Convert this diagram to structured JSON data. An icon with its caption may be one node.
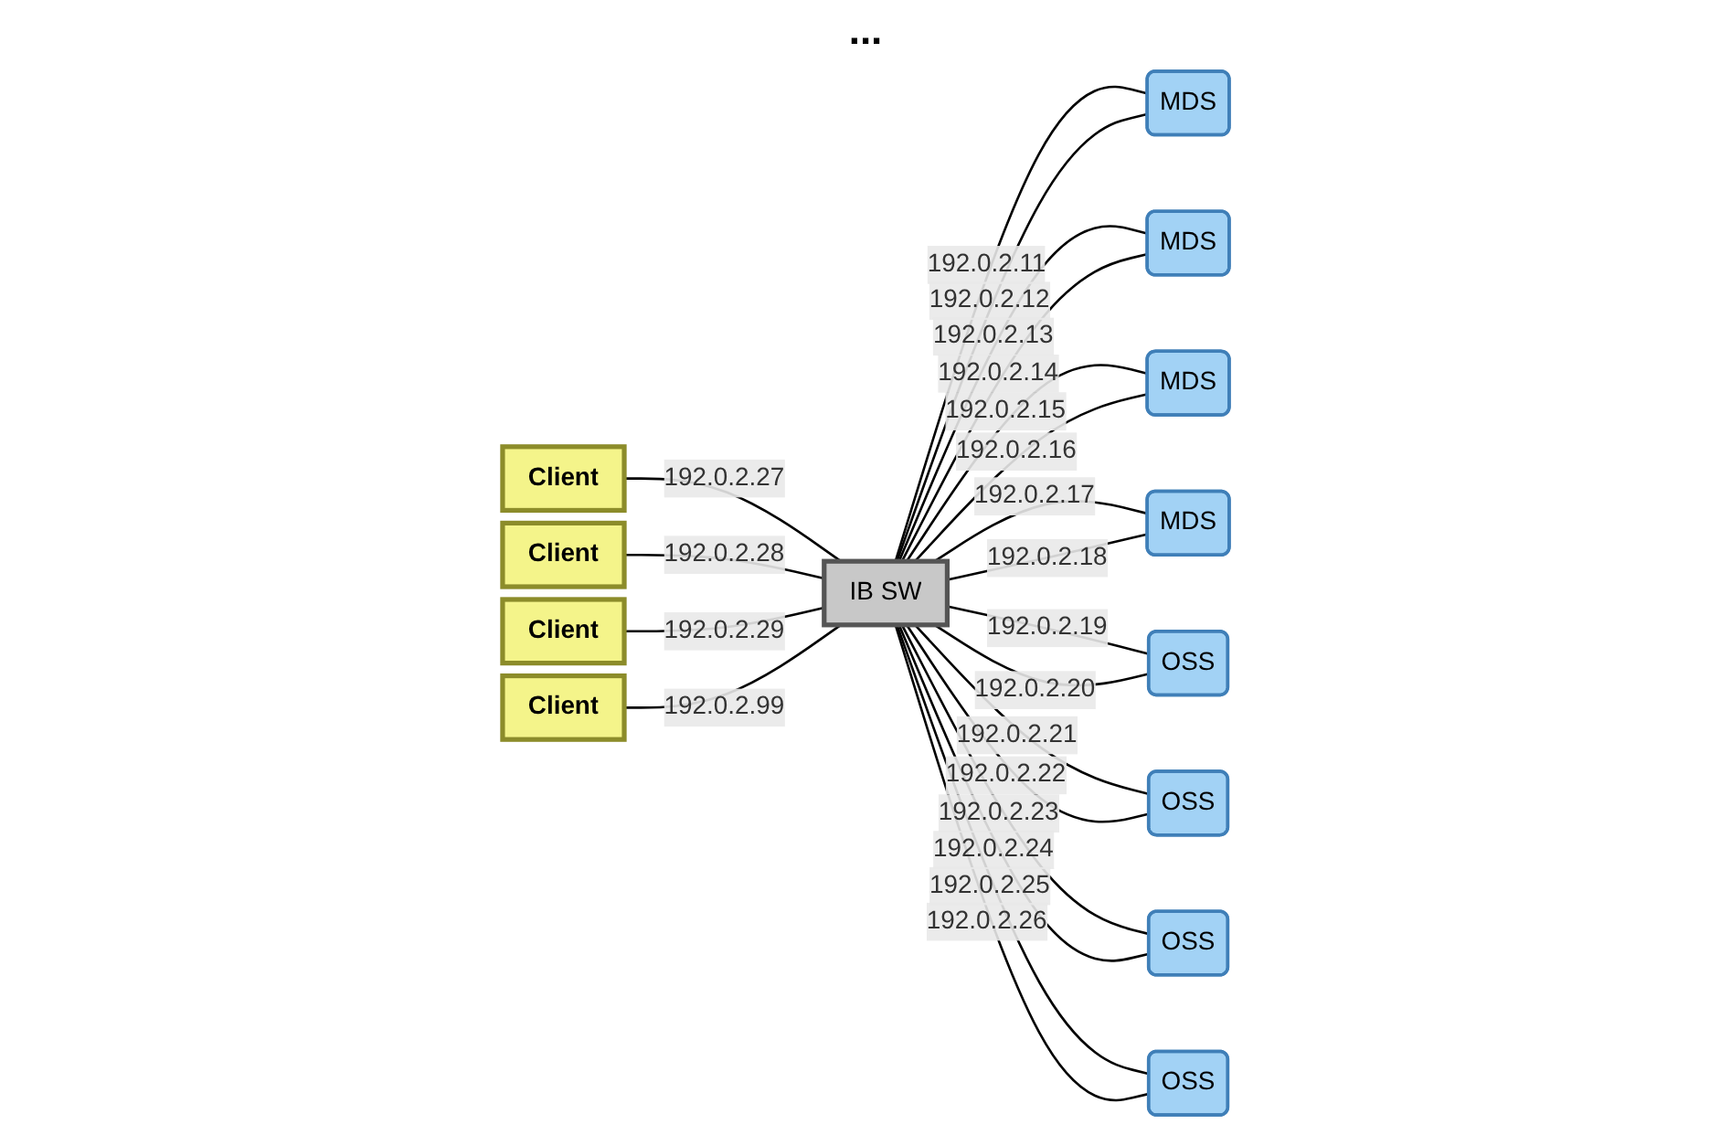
{
  "diagram": {
    "nodes": [
      {
        "text": [
          "Client"
        ]
      },
      {
        "text": [
          "Client"
        ]
      },
      {
        "text": [
          "Client"
        ]
      },
      {
        "text": [
          "Client"
        ]
      },
      {
        "text": [
          "IB SW"
        ]
      },
      {
        "text": [
          "MDS"
        ]
      },
      {
        "text": [
          "MDS"
        ]
      },
      {
        "text": [
          "MDS"
        ]
      },
      {
        "text": [
          "MDS"
        ]
      },
      {
        "text": [
          "OSS"
        ]
      },
      {
        "text": [
          "OSS"
        ]
      },
      {
        "text": [
          "OSS"
        ]
      },
      {
        "text": [
          "OSS"
        ]
      }
    ],
    "edges": [
      {
        "from": 0,
        "to": 4,
        "arrow": "none",
        "label": "192.0.2.27"
      },
      {
        "from": 1,
        "to": 4,
        "arrow": "none",
        "label": "192.0.2.28"
      },
      {
        "from": 2,
        "to": 4,
        "arrow": "none",
        "label": "192.0.2.29"
      },
      {
        "from": 3,
        "to": 4,
        "arrow": "none",
        "label": "192.0.2.99"
      },
      {
        "from": 4,
        "to": 5,
        "arrow": "none",
        "label": "192.0.2.11"
      },
      {
        "from": 4,
        "to": 5,
        "arrow": "none",
        "label": "192.0.2.12"
      },
      {
        "from": 4,
        "to": 6,
        "arrow": "none",
        "label": "192.0.2.13"
      },
      {
        "from": 4,
        "to": 6,
        "arrow": "none",
        "label": "192.0.2.14"
      },
      {
        "from": 4,
        "to": 7,
        "arrow": "none",
        "label": "192.0.2.15"
      },
      {
        "from": 4,
        "to": 7,
        "arrow": "none",
        "label": "192.0.2.16"
      },
      {
        "from": 4,
        "to": 8,
        "arrow": "none",
        "label": "192.0.2.17"
      },
      {
        "from": 4,
        "to": 8,
        "arrow": "none",
        "label": "192.0.2.18"
      },
      {
        "from": 4,
        "to": 9,
        "arrow": "none",
        "label": "192.0.2.19"
      },
      {
        "from": 4,
        "to": 9,
        "arrow": "none",
        "label": "192.0.2.20"
      },
      {
        "from": 4,
        "to": 10,
        "arrow": "none",
        "label": "192.0.2.21"
      },
      {
        "from": 4,
        "to": 10,
        "arrow": "none",
        "label": "192.0.2.22"
      },
      {
        "from": 4,
        "to": 11,
        "arrow": "none",
        "label": "192.0.2.23"
      },
      {
        "from": 4,
        "to": 11,
        "arrow": "none",
        "label": "192.0.2.24"
      },
      {
        "from": 4,
        "to": 12,
        "arrow": "none",
        "label": "192.0.2.25"
      },
      {
        "from": 4,
        "to": 12,
        "arrow": "none",
        "label": "192.0.2.26"
      }
    ],
    "labels": [
      "..."
    ]
  }
}
